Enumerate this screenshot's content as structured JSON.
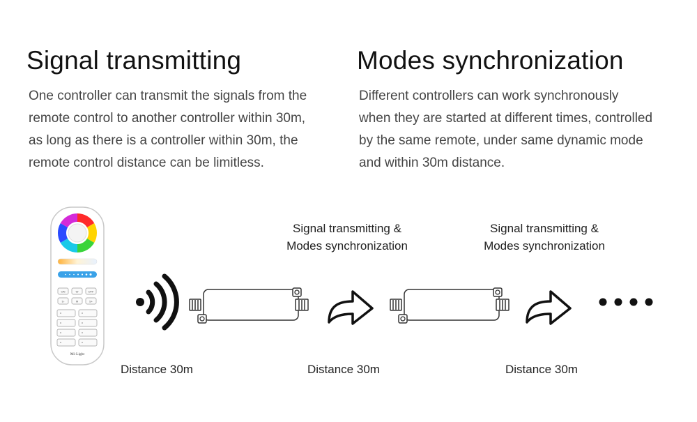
{
  "left": {
    "title": "Signal transmitting",
    "lines": [
      "One controller can transmit the signals from the",
      "remote control to another controller within 30m,",
      "as long as there is a controller within 30m, the",
      "remote control distance can be limitless."
    ]
  },
  "right": {
    "title": "Modes synchronization",
    "lines": [
      "Different controllers can work synchronously",
      "when they are started at different times, controlled",
      "by the same remote, under same dynamic mode",
      "and within 30m distance."
    ]
  },
  "captions": [
    {
      "line1": "Signal transmitting &",
      "line2": "Modes synchronization"
    },
    {
      "line1": "Signal transmitting &",
      "line2": "Modes synchronization"
    }
  ],
  "distances": [
    "Distance 30m",
    "Distance 30m",
    "Distance 30m"
  ],
  "remote": {
    "brand": "Mi·Light",
    "buttons": [
      "ON",
      "W",
      "OFF",
      "S-",
      "M",
      "S+"
    ]
  },
  "icons": {
    "signal": "wifi-signal-icon",
    "arrow": "curved-arrow-right-icon",
    "ellipsis": "ellipsis-dots-icon"
  }
}
